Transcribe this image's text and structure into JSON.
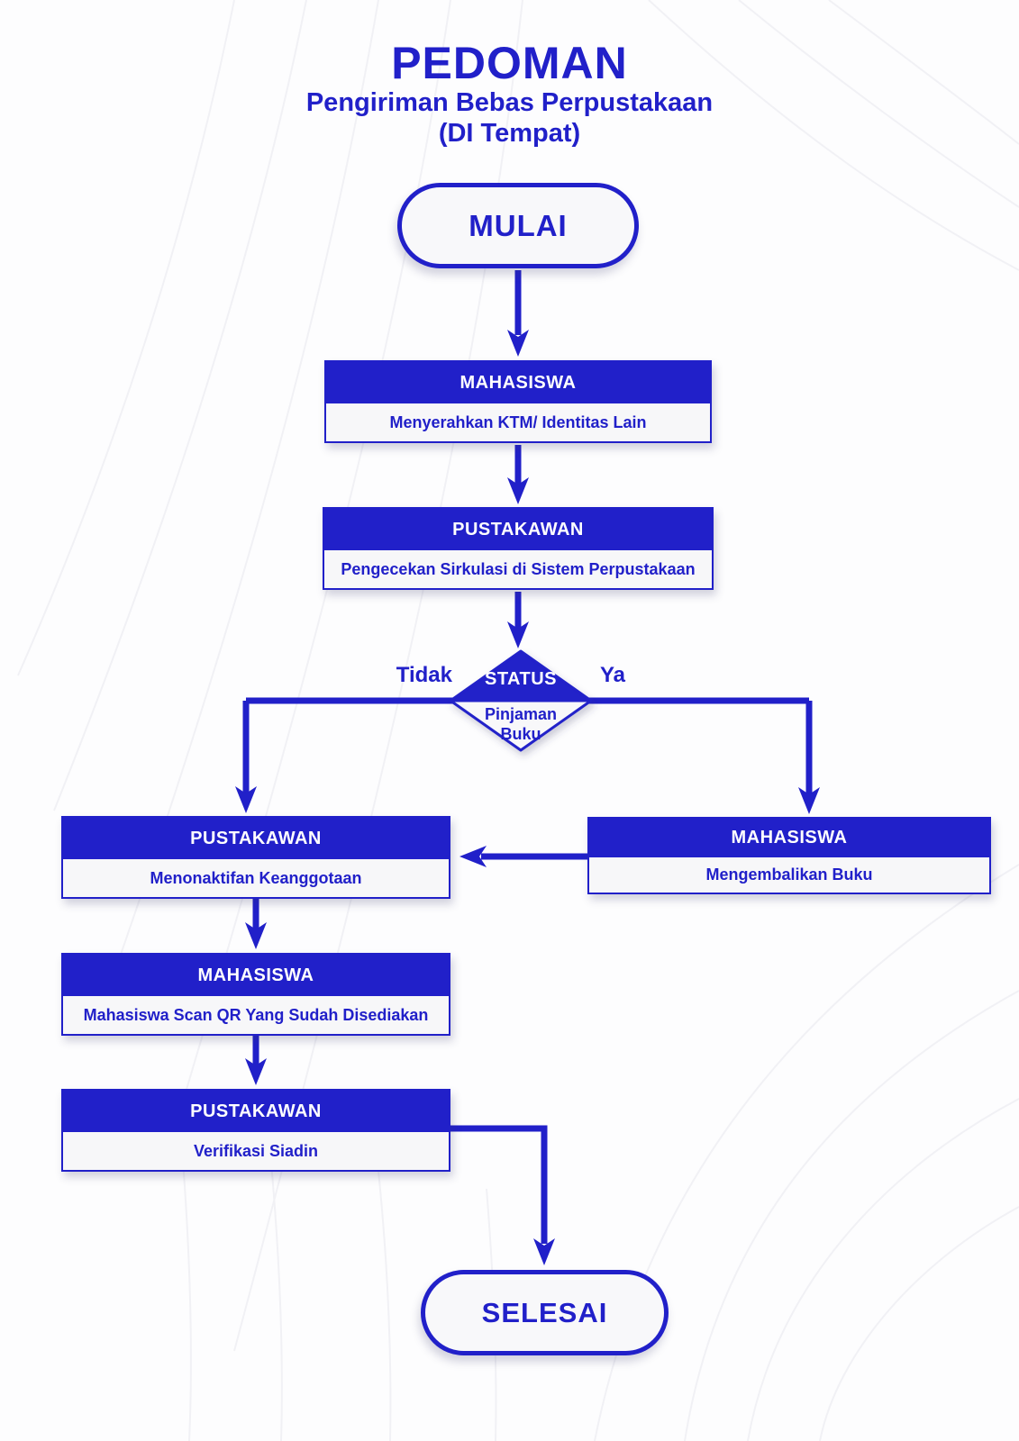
{
  "title": {
    "main": "PEDOMAN",
    "sub1": "Pengiriman Bebas Perpustakaan",
    "sub2": "(DI Tempat)"
  },
  "terminators": {
    "start": "MULAI",
    "end": "SELESAI"
  },
  "decision": {
    "label_top": "STATUS",
    "label_bottom": "Pinjaman Buku",
    "branch_no": "Tidak",
    "branch_yes": "Ya"
  },
  "boxes": [
    {
      "header": "MAHASISWA",
      "body": "Menyerahkan KTM/ Identitas Lain"
    },
    {
      "header": "PUSTAKAWAN",
      "body": "Pengecekan Sirkulasi di Sistem Perpustakaan"
    },
    {
      "header": "PUSTAKAWAN",
      "body": "Menonaktifan Keanggotaan"
    },
    {
      "header": "MAHASISWA",
      "body": "Mengembalikan Buku"
    },
    {
      "header": "MAHASISWA",
      "body": "Mahasiswa Scan QR Yang Sudah Disediakan"
    },
    {
      "header": "PUSTAKAWAN",
      "body": "Verifikasi Siadin"
    }
  ],
  "colors": {
    "primary_blue": "#2120C9",
    "box_body_bg": "#F7F7F9",
    "header_text": "#FFFFFF"
  }
}
